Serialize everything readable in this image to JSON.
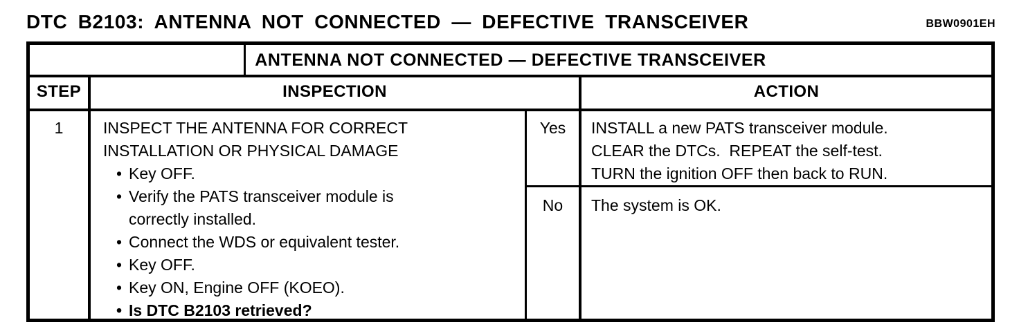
{
  "page": {
    "title": "DTC B2103: ANTENNA NOT CONNECTED — DEFECTIVE TRANSCEIVER",
    "doc_code": "BBW0901EH",
    "colors": {
      "text": "#000000",
      "border": "#000000",
      "background": "#ffffff"
    }
  },
  "table": {
    "banner": "ANTENNA NOT CONNECTED — DEFECTIVE TRANSCEIVER",
    "columns": {
      "step": "STEP",
      "inspection": "INSPECTION",
      "action": "ACTION"
    },
    "list_marker": "•",
    "rows": [
      {
        "step": "1",
        "inspection": {
          "heading": "INSPECT THE ANTENNA FOR CORRECT INSTALLATION OR PHYSICAL DAMAGE",
          "bullets": [
            {
              "text": "Key OFF.",
              "bold": false
            },
            {
              "text": "Verify the PATS transceiver module is correctly installed.",
              "bold": false
            },
            {
              "text": "Connect the WDS or equivalent tester.",
              "bold": false
            },
            {
              "text": "Key OFF.",
              "bold": false
            },
            {
              "text": "Key ON, Engine OFF (KOEO).",
              "bold": false
            },
            {
              "text": "Is DTC B2103 retrieved?",
              "bold": true
            }
          ]
        },
        "results": [
          {
            "label": "Yes",
            "action_lines": [
              "INSTALL a new PATS transceiver module.",
              "CLEAR the DTCs.  REPEAT the self-test.",
              "TURN the ignition OFF then back to RUN."
            ]
          },
          {
            "label": "No",
            "action_lines": [
              "The system is OK."
            ]
          }
        ]
      }
    ]
  }
}
